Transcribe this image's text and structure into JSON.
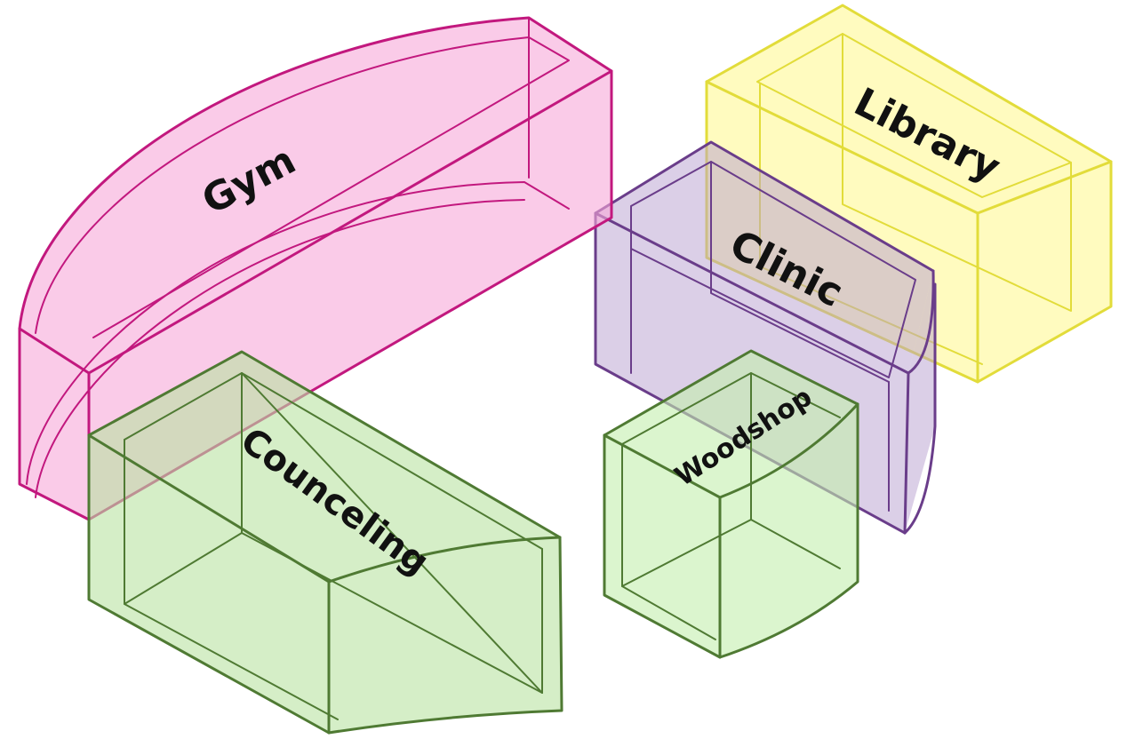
{
  "diagram": {
    "rooms": [
      {
        "id": "gym",
        "label": "Gym",
        "fill": "#f7a8d8",
        "stroke": "#c2187e"
      },
      {
        "id": "counseling",
        "label": "Counceling",
        "fill": "#b9e3a1",
        "stroke": "#4f7a33"
      },
      {
        "id": "clinic",
        "label": "Clinic",
        "fill": "#b79fcf",
        "stroke": "#6a3d8a"
      },
      {
        "id": "library",
        "label": "Library",
        "fill": "#fff88a",
        "stroke": "#e2dc3a"
      },
      {
        "id": "woodshop",
        "label": "Woodshop",
        "fill": "#c3efad",
        "stroke": "#4f7a33"
      }
    ]
  }
}
